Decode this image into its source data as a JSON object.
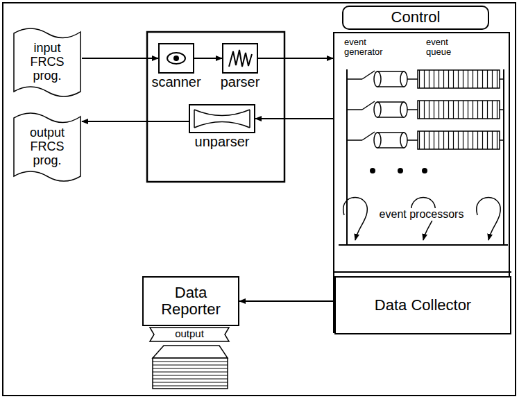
{
  "diagram": {
    "nodes": [
      {
        "text": [
          "input FRCS prog."
        ]
      },
      {
        "text": [
          "scanner"
        ]
      },
      {
        "text": [
          "parser"
        ]
      },
      {
        "text": [
          "unparser"
        ]
      },
      {
        "text": [
          "output FRCS prog."
        ]
      },
      {
        "text": [
          "Control"
        ]
      },
      {
        "text": [
          "event generator",
          "event queue",
          "event processors"
        ]
      },
      {
        "text": [
          "Data Collector"
        ],
        "in": 6
      },
      {
        "text": [
          "Data Reporter"
        ]
      },
      {
        "text": [
          "output"
        ]
      }
    ],
    "edges": [
      {
        "from": 0,
        "to": 1,
        "arrow": "to"
      },
      {
        "from": 1,
        "to": 2,
        "arrow": "to"
      },
      {
        "from": 2,
        "to": 6,
        "arrow": "to"
      },
      {
        "from": 6,
        "to": 3,
        "arrow": "to"
      },
      {
        "from": 3,
        "to": 4,
        "arrow": "to"
      },
      {
        "from": 7,
        "to": 8,
        "arrow": "to"
      }
    ]
  }
}
